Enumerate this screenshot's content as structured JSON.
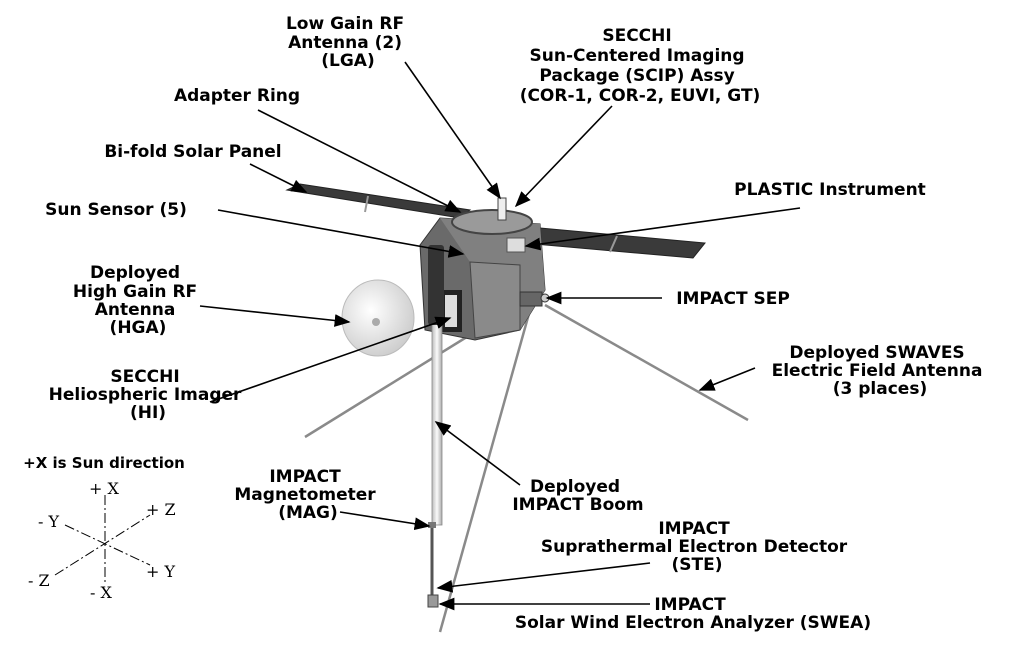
{
  "labels": {
    "lga": [
      "Low Gain RF",
      "Antenna (2)",
      "(LGA)"
    ],
    "scip": [
      "SECCHI",
      "Sun-Centered Imaging",
      "Package (SCIP) Assy",
      "(COR-1, COR-2, EUVI, GT)"
    ],
    "adapter_ring": "Adapter Ring",
    "solar_panel": "Bi-fold Solar Panel",
    "sun_sensor": "Sun Sensor (5)",
    "plastic": "PLASTIC Instrument",
    "hga": [
      "Deployed",
      "High Gain RF",
      "Antenna",
      "(HGA)"
    ],
    "impact_sep": "IMPACT SEP",
    "hi": [
      "SECCHI",
      "Heliospheric Imager",
      "(HI)"
    ],
    "swaves": [
      "Deployed SWAVES",
      "Electric Field Antenna",
      "(3 places)"
    ],
    "mag": [
      "IMPACT",
      "Magnetometer",
      "(MAG)"
    ],
    "boom": [
      "Deployed",
      "IMPACT Boom"
    ],
    "ste": [
      "IMPACT",
      "Suprathermal Electron Detector",
      "(STE)"
    ],
    "swea": [
      "IMPACT",
      "Solar Wind Electron Analyzer (SWEA)"
    ]
  },
  "axes": {
    "title": "+X is Sun direction",
    "plus_x": "+ X",
    "minus_x": "- X",
    "plus_y": "+ Y",
    "minus_y": "- Y",
    "plus_z": "+ Z",
    "minus_z": "- Z"
  }
}
